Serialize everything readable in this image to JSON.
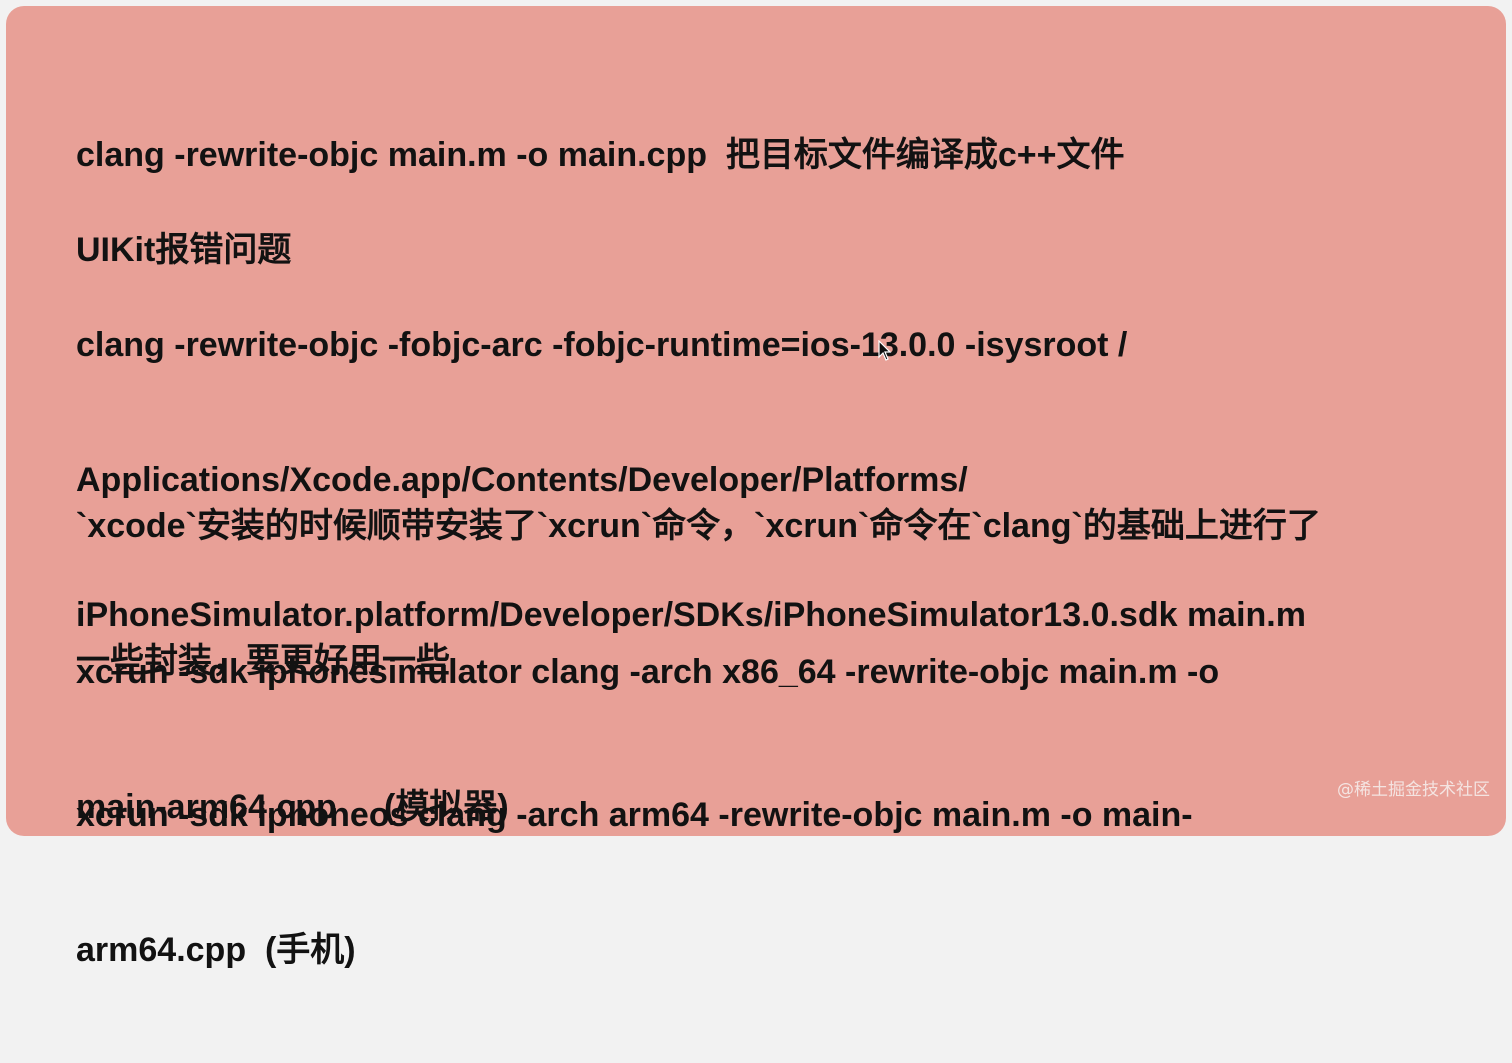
{
  "slide": {
    "background_color": "#e8a097",
    "text_color": "#121212",
    "paragraphs": [
      {
        "lines": [
          "clang -rewrite-objc main.m -o main.cpp  把目标文件编译成c++文件"
        ]
      },
      {
        "lines": [
          "UIKit报错问题"
        ]
      },
      {
        "lines": [
          "clang -rewrite-objc -fobjc-arc -fobjc-runtime=ios-13.0.0 -isysroot /",
          "Applications/Xcode.app/Contents/Developer/Platforms/",
          "iPhoneSimulator.platform/Developer/SDKs/iPhoneSimulator13.0.sdk main.m"
        ]
      },
      {
        "lines": [
          "`xcode`安装的时候顺带安装了`xcrun`命令，`xcrun`命令在`clang`的基础上进行了",
          "一些封装，要更好用一些"
        ]
      },
      {
        "lines": [
          "xcrun -sdk iphonesimulator clang -arch x86_64 -rewrite-objc main.m -o",
          "main-arm64.cpp     (模拟器)"
        ]
      },
      {
        "lines": [
          "xcrun -sdk iphoneos clang -arch arm64 -rewrite-objc main.m -o main-",
          "arm64.cpp  (手机)"
        ]
      }
    ]
  },
  "watermark": "@稀土掘金技术社区",
  "cursor_icon": "arrow-cursor-icon"
}
